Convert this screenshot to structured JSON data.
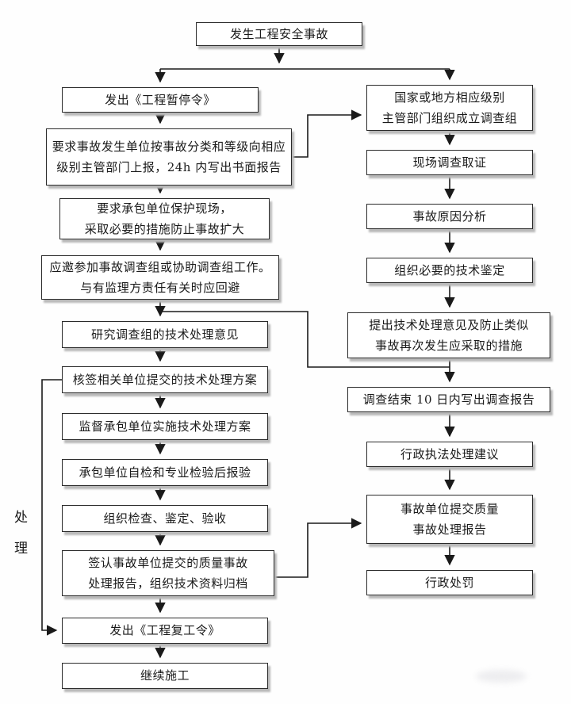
{
  "diagram": {
    "side_label": "处\n理",
    "start": "发生工程安全事故",
    "left": [
      "发出《工程暂停令》",
      "要求事故发生单位按事故分类和等级向相应\n级别主管部门上报，24h 内写出书面报告",
      "要求承包单位保护现场，\n采取必要的措施防止事故扩大",
      "应邀参加事故调查组或协助调查组工作。\n与有监理方责任有关时应回避",
      "研究调查组的技术处理意见",
      "核签相关单位提交的技术处理方案",
      "监督承包单位实施技术处理方案",
      "承包单位自检和专业检验后报验",
      "组织检查、鉴定、验收",
      "签认事故单位提交的质量事故\n处理报告，组织技术资料归档",
      "发出《工程复工令》",
      "继续施工"
    ],
    "right": [
      "国家或地方相应级别\n主管部门组织成立调查组",
      "现场调查取证",
      "事故原因分析",
      "组织必要的技术鉴定",
      "提出技术处理意见及防止类似\n事故再次发生应采取的措施",
      "调查结束 10 日内写出调查报告",
      "行政执法处理建议",
      "事故单位提交质量\n事故处理报告",
      "行政处罚"
    ],
    "line_color": "#1a1a1a"
  }
}
